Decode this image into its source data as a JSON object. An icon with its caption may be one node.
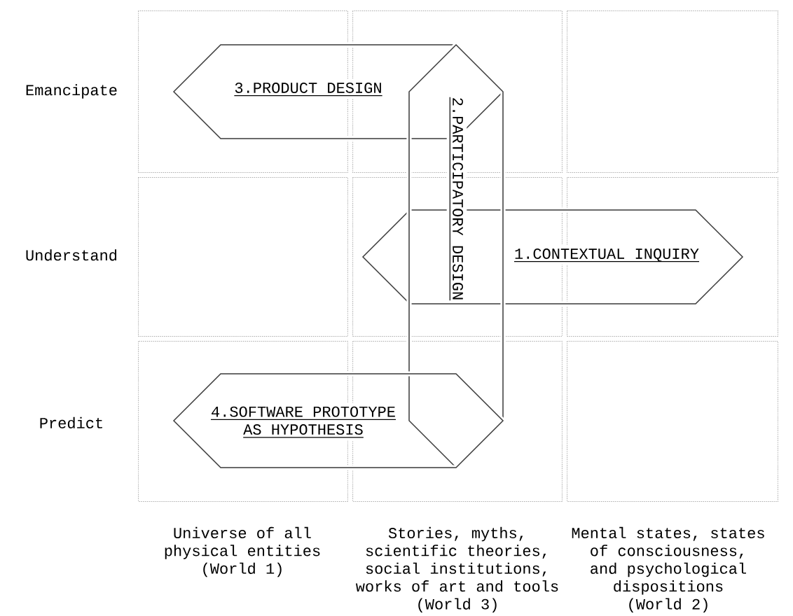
{
  "diagram": {
    "nodes": [
      {
        "text": [
          "3.PRODUCT DESIGN"
        ]
      },
      {
        "text": [
          "2.PARTICIPATORY DESIGN"
        ]
      },
      {
        "text": [
          "1.CONTEXTUAL INQUIRY"
        ]
      },
      {
        "text": [
          "4.SOFTWARE PROTOTYPE AS HYPOTHESIS"
        ]
      }
    ],
    "labels": [
      "Emancipate",
      "Understand",
      "Predict",
      "Universe of all physical entities (World 1)",
      "Stories, myths, scientific theories, social institutions, works of art and tools (World 3)",
      "Mental states, states of consciousness, and psychological dispositions (World 2)"
    ]
  }
}
